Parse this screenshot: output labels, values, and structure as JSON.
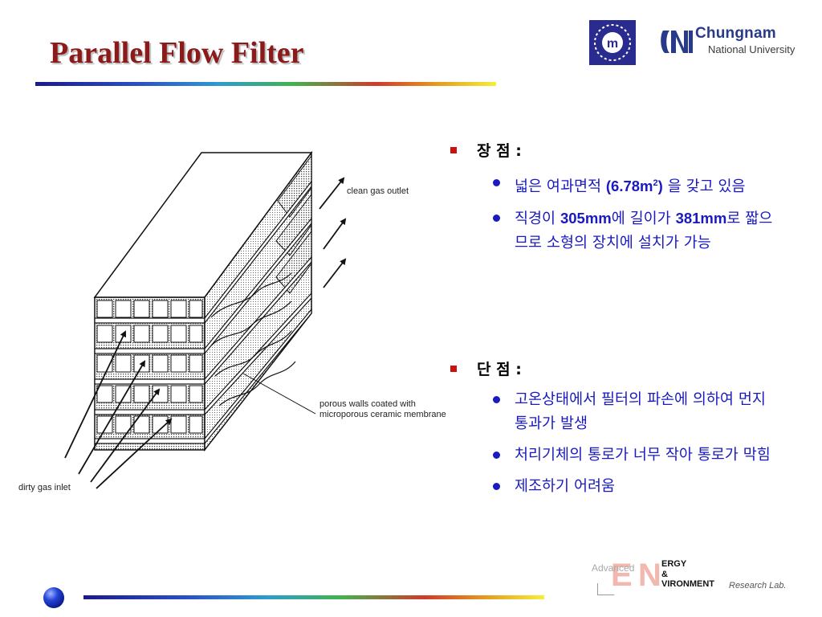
{
  "slide": {
    "title": "Parallel Flow Filter"
  },
  "logos": {
    "seal_text": "m",
    "university_name": "Chungnam",
    "university_sub": "National University",
    "lab": {
      "advanced": "Advanced",
      "E": "E",
      "N": "N",
      "line1": "ERGY",
      "line2": "&",
      "line3": "VIRONMENT",
      "research": "Research  Lab."
    }
  },
  "figure": {
    "labels": {
      "clean_gas_outlet": "clean gas outlet",
      "porous_walls_1": "porous walls coated with",
      "porous_walls_2": "microporous ceramic membrane",
      "dirty_gas_inlet": "dirty gas inlet"
    }
  },
  "content": {
    "advantages": {
      "heading": "장 점 :",
      "item1": {
        "pre": "넓은  여과면적 ",
        "value": "(6.78m",
        "sup": "2",
        "close": ")",
        "post": " 을 갖고 있음"
      },
      "item2": {
        "pre": "직경이  ",
        "d": "305mm",
        "mid": "에  길이가 ",
        "l": "381mm",
        "post": "로  짧으므로  소형의 장치에 설치가 가능"
      }
    },
    "disadvantages": {
      "heading": "단 점 :",
      "item1": "고온상태에서 필터의 파손에 의하여 먼지통과가 발생",
      "item2": "처리기체의 통로가 너무 작아 통로가 막힘",
      "item3": "제조하기 어려움"
    }
  },
  "colors": {
    "title": "#8b1a1a",
    "bullet_square": "#cc1010",
    "body_text": "#1a1abf",
    "seal_bg": "#2a2b8e"
  }
}
